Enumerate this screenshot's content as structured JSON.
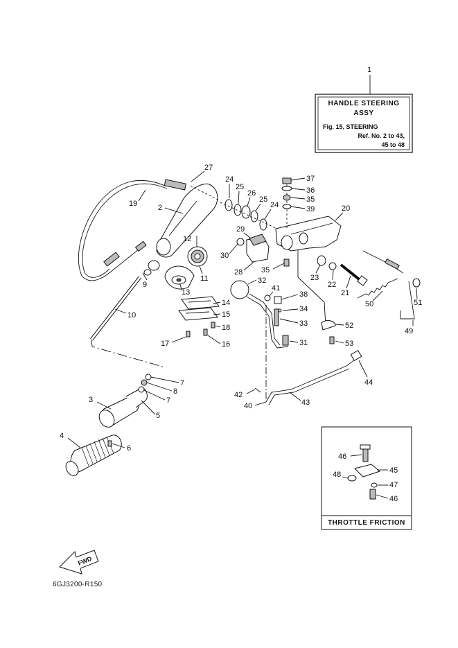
{
  "info_box": {
    "ref": "1",
    "title_line1": "HANDLE STEERING",
    "title_line2": "ASSY",
    "line3": "Fig. 15, STEERING",
    "line4": "Ref. No. 2 to 43,",
    "line5": "45 to 48"
  },
  "inset": {
    "caption": "THROTTLE FRICTION"
  },
  "fwd_label": "FWD",
  "drawing_code": "6GJ3200-R150",
  "callouts": {
    "c2": "2",
    "c3": "3",
    "c4": "4",
    "c5": "5",
    "c6": "6",
    "c7a": "7",
    "c7b": "7",
    "c8": "8",
    "c9": "9",
    "c10": "10",
    "c11": "11",
    "c12": "12",
    "c13": "13",
    "c14": "14",
    "c15": "15",
    "c16": "16",
    "c17": "17",
    "c18": "18",
    "c19": "19",
    "c20": "20",
    "c21": "21",
    "c22": "22",
    "c23": "23",
    "c24a": "24",
    "c24b": "24",
    "c25a": "25",
    "c25b": "25",
    "c26": "26",
    "c27": "27",
    "c28": "28",
    "c29": "29",
    "c30": "30",
    "c31": "31",
    "c32": "32",
    "c33": "33",
    "c34": "34",
    "c35a": "35",
    "c35b": "35",
    "c36": "36",
    "c37": "37",
    "c38": "38",
    "c39": "39",
    "c40": "40",
    "c41": "41",
    "c42": "42",
    "c43": "43",
    "c44": "44",
    "c45": "45",
    "c46a": "46",
    "c46b": "46",
    "c47": "47",
    "c48": "48",
    "c49": "49",
    "c50": "50",
    "c51": "51",
    "c52": "52",
    "c53": "53"
  }
}
